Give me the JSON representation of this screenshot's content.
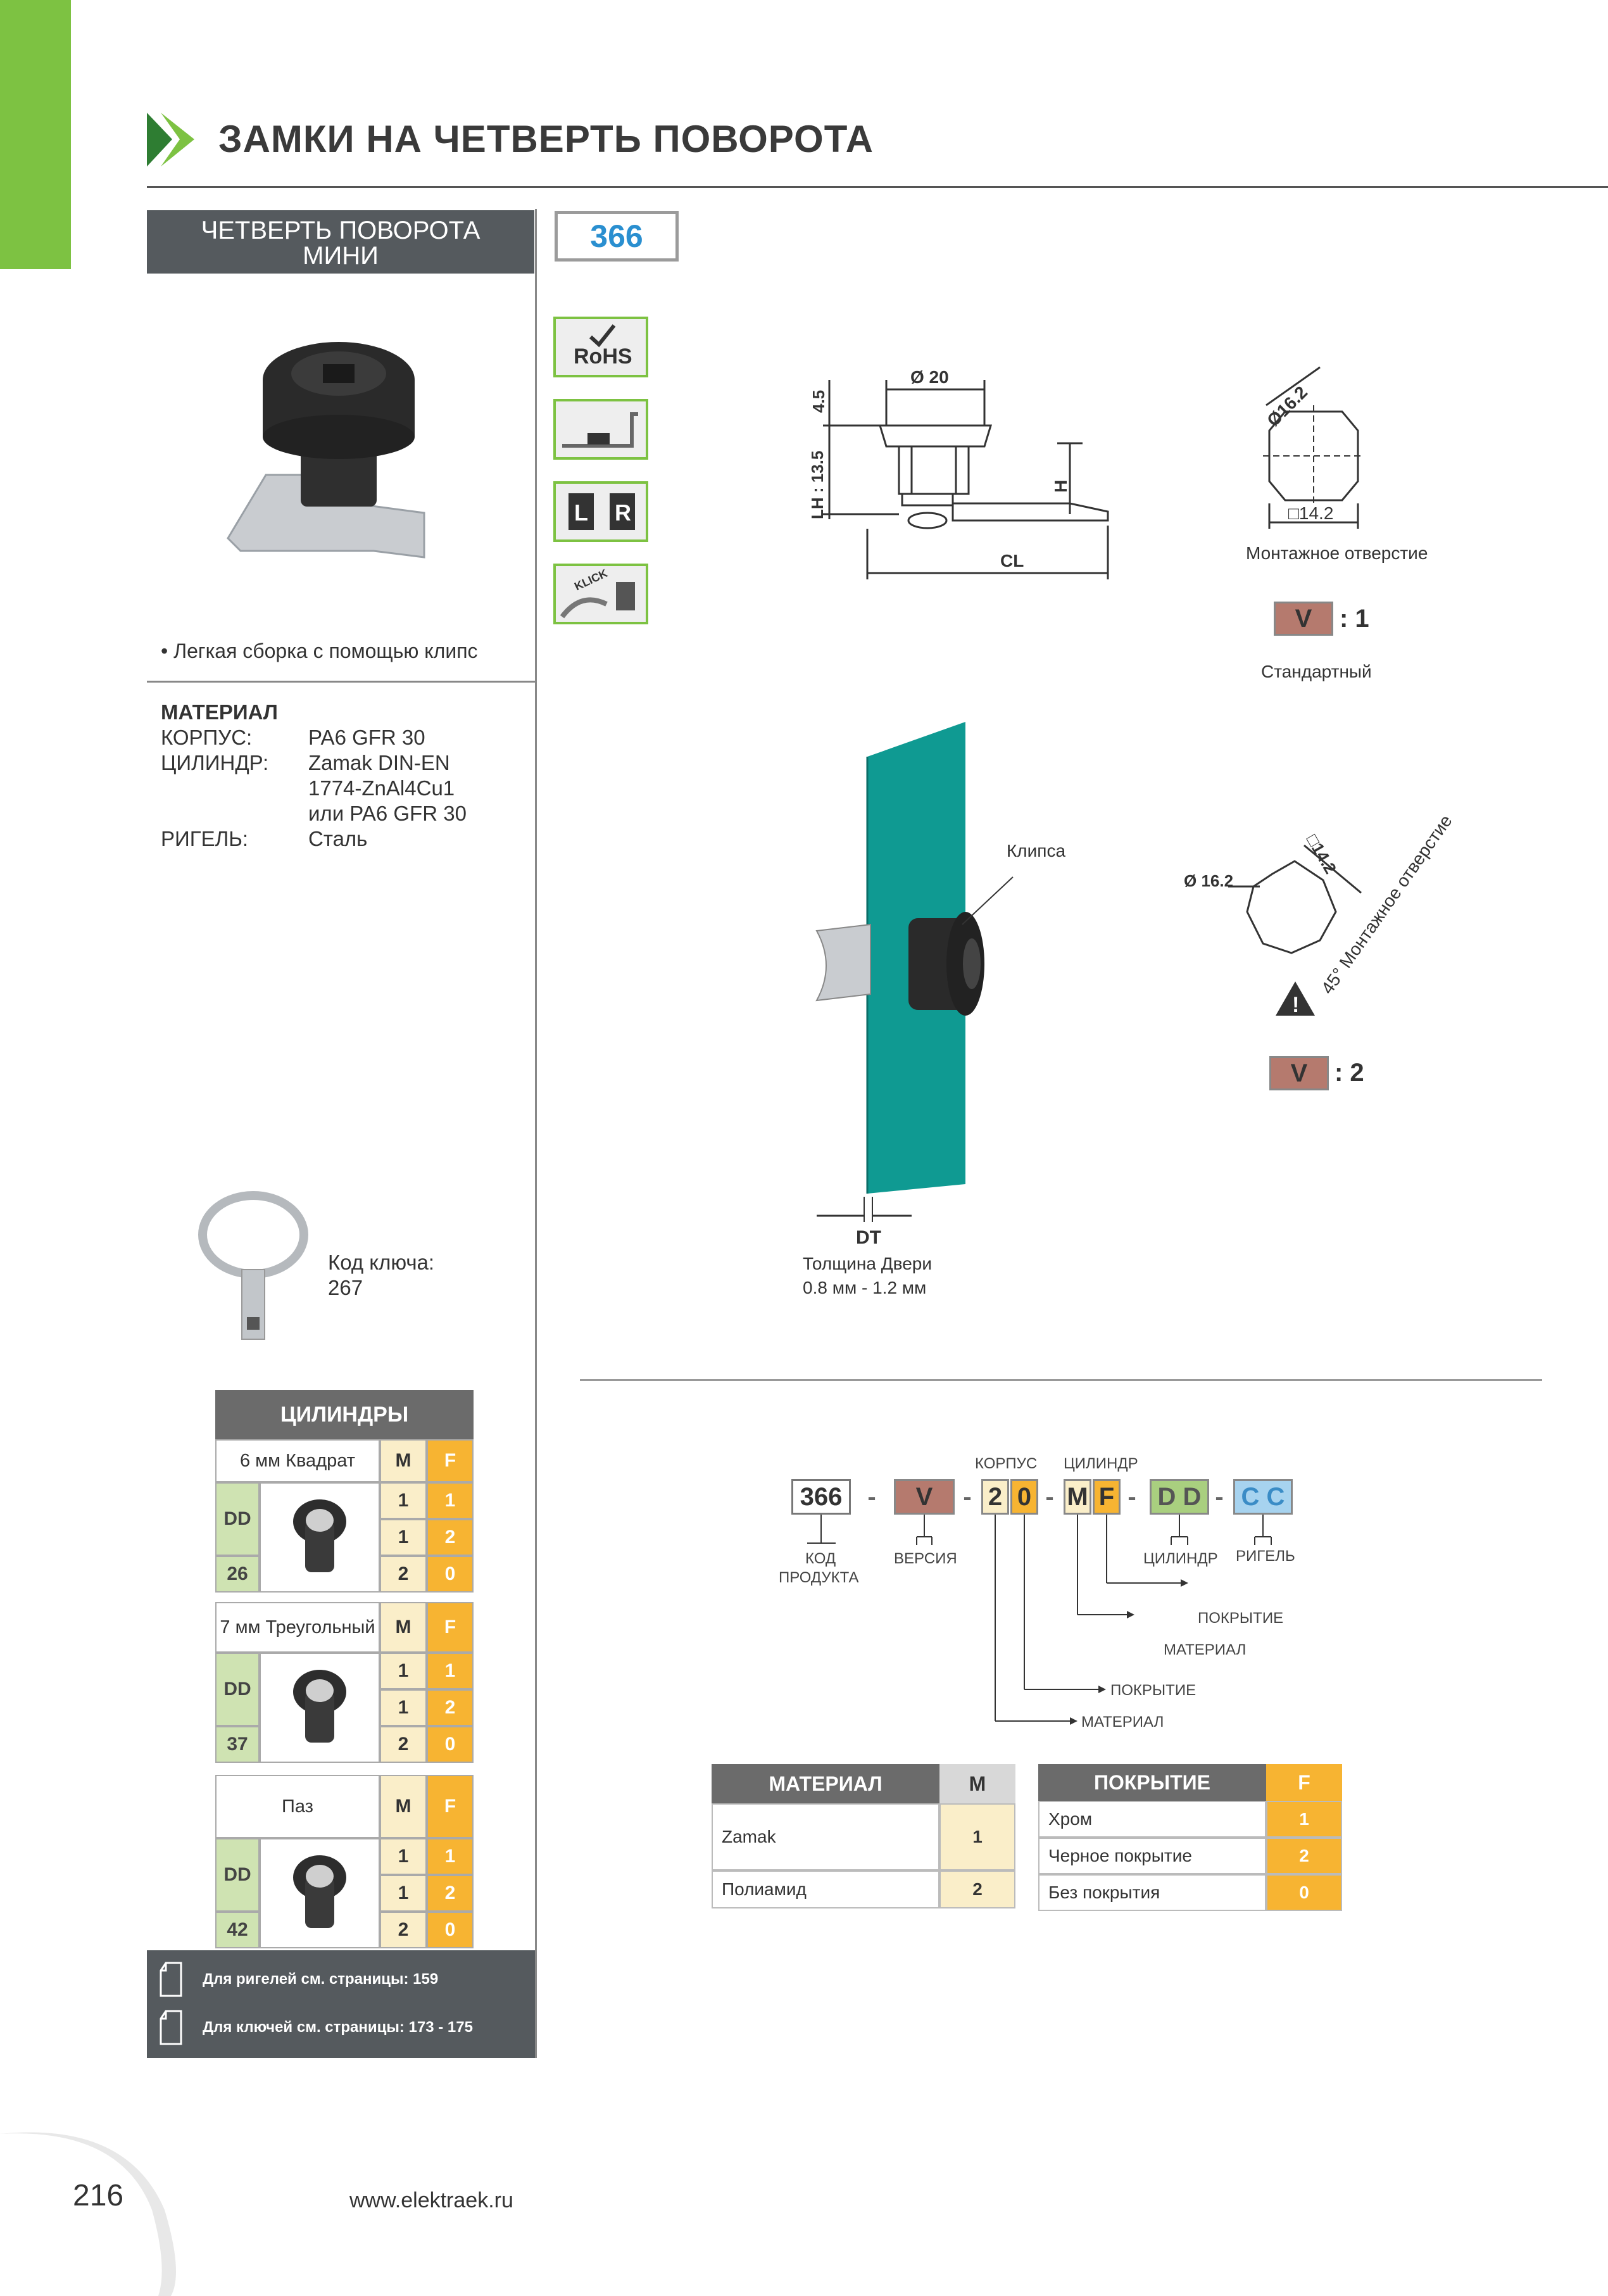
{
  "header": {
    "title": "ЗАМКИ НА ЧЕТВЕРТЬ ПОВОРОТА"
  },
  "product": {
    "subtitle_line1": "ЧЕТВЕРТЬ ПОВОРОТА",
    "subtitle_line2": "МИНИ",
    "code": "366"
  },
  "badges": {
    "rohs": "RoHS",
    "lr_left": "L",
    "lr_right": "R",
    "klick": "KLICK"
  },
  "features": {
    "bullet": "• Легкая сборка с помощью клипс"
  },
  "material": {
    "heading": "МАТЕРИАЛ",
    "rows": [
      {
        "key": "КОРПУС:",
        "value": "PA6 GFR 30"
      },
      {
        "key": "ЦИЛИНДР:",
        "value": "Zamak DIN-EN"
      },
      {
        "key": "",
        "value": "1774-ZnAl4Cu1"
      },
      {
        "key": "",
        "value": "или PA6 GFR 30"
      },
      {
        "key": "РИГЕЛЬ:",
        "value": "Сталь"
      }
    ]
  },
  "key_code": {
    "label": "Код ключа:",
    "value": "267"
  },
  "cylinders": {
    "heading": "ЦИЛИНДРЫ",
    "col_m": "M",
    "col_f": "F",
    "groups": [
      {
        "name": "6 мм Квадрат",
        "dd": "DD",
        "num": "26",
        "rows": [
          [
            "1",
            "1"
          ],
          [
            "1",
            "2"
          ],
          [
            "2",
            "0"
          ]
        ]
      },
      {
        "name": "7 мм Треугольный",
        "dd": "DD",
        "num": "37",
        "rows": [
          [
            "1",
            "1"
          ],
          [
            "1",
            "2"
          ],
          [
            "2",
            "0"
          ]
        ]
      },
      {
        "name": "Паз",
        "dd": "DD",
        "num": "42",
        "rows": [
          [
            "1",
            "1"
          ],
          [
            "1",
            "2"
          ],
          [
            "2",
            "0"
          ]
        ]
      }
    ]
  },
  "footer": {
    "line1": "Для ригелей см. страницы: 159",
    "line2": "Для ключей см. страницы: 173 - 175",
    "page_number": "216",
    "website": "www.elektraek.ru"
  },
  "drawing1": {
    "dim_d20": "Ø 20",
    "dim_45": "4.5",
    "dim_lh": "LH : 13.5",
    "dim_h": "H",
    "dim_cl": "CL",
    "hole_d": "Ø16.2",
    "hole_sq": "□14.2",
    "hole_caption": "Монтажное отверстие",
    "v_label": "V",
    "v_value": ": 1",
    "v_caption": "Стандартный"
  },
  "drawing2": {
    "clip_label": "Клипса",
    "dt_label": "DT",
    "door_caption": "Толщина Двери",
    "door_range": "0.8 мм - 1.2 мм",
    "hole_d": "Ø 16.2",
    "hole_sq": "□14.2",
    "hole_caption": "45° Монтажное отверстие",
    "warning": "!",
    "v_label": "V",
    "v_value": ": 2"
  },
  "order_code": {
    "label_korpus": "КОРПУС",
    "label_cilindr": "ЦИЛИНДР",
    "code": "366",
    "dash": "-",
    "v": "V",
    "k1": "2",
    "k2": "0",
    "c1": "M",
    "c2": "F",
    "dd": "D D",
    "cc": "C C",
    "label_code_line1": "КОД",
    "label_code_line2": "ПРОДУКТА",
    "label_version": "ВЕРСИЯ",
    "label_cylinder": "ЦИЛИНДР",
    "label_bolt": "РИГЕЛЬ",
    "label_pokrytie": "ПОКРЫТИЕ",
    "label_material": "МАТЕРИАЛ",
    "colors": {
      "v": "#b57a6e",
      "korpus": "#f7b432",
      "dd": "#a9cf7f",
      "cc": "#a7d3ef"
    }
  },
  "material_table": {
    "heading": "МАТЕРИАЛ",
    "col": "M",
    "rows": [
      {
        "name": "Zamak",
        "value": "1"
      },
      {
        "name": "Полиамид",
        "value": "2"
      }
    ]
  },
  "coating_table": {
    "heading": "ПОКРЫТИЕ",
    "col": "F",
    "rows": [
      {
        "name": "Хром",
        "value": "1"
      },
      {
        "name": "Черное покрытие",
        "value": "2"
      },
      {
        "name": "Без покрытия",
        "value": "0"
      }
    ]
  }
}
